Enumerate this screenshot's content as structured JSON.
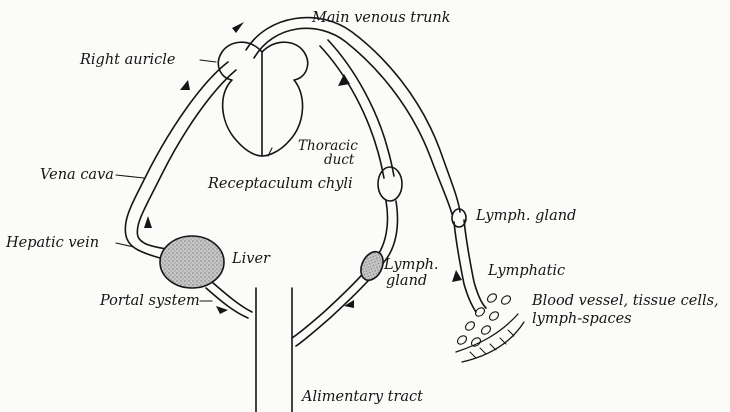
{
  "labels": {
    "main_venous_trunk": "Main venous trunk",
    "right_auricle": "Right auricle",
    "thoracic_duct_1": "Thoracic",
    "thoracic_duct_2": "duct",
    "receptaculum_chyli": "Receptaculum chyli",
    "vena_cava": "Vena cava",
    "lymph_gland_upper": "Lymph. gland",
    "hepatic_vein": "Hepatic vein",
    "liver": "Liver",
    "lymph_gland_lower_1": "Lymph.",
    "lymph_gland_lower_2": "gland",
    "lymphatic": "Lymphatic",
    "portal_system": "Portal system",
    "blood_vessel_1": "Blood vessel, tissue cells,",
    "blood_vessel_2": "lymph-spaces",
    "alimentary_tract": "Alimentary tract"
  },
  "colors": {
    "ink": "#151515",
    "organ_fill": "#c8c8c8",
    "background": "#fbfbf9"
  }
}
